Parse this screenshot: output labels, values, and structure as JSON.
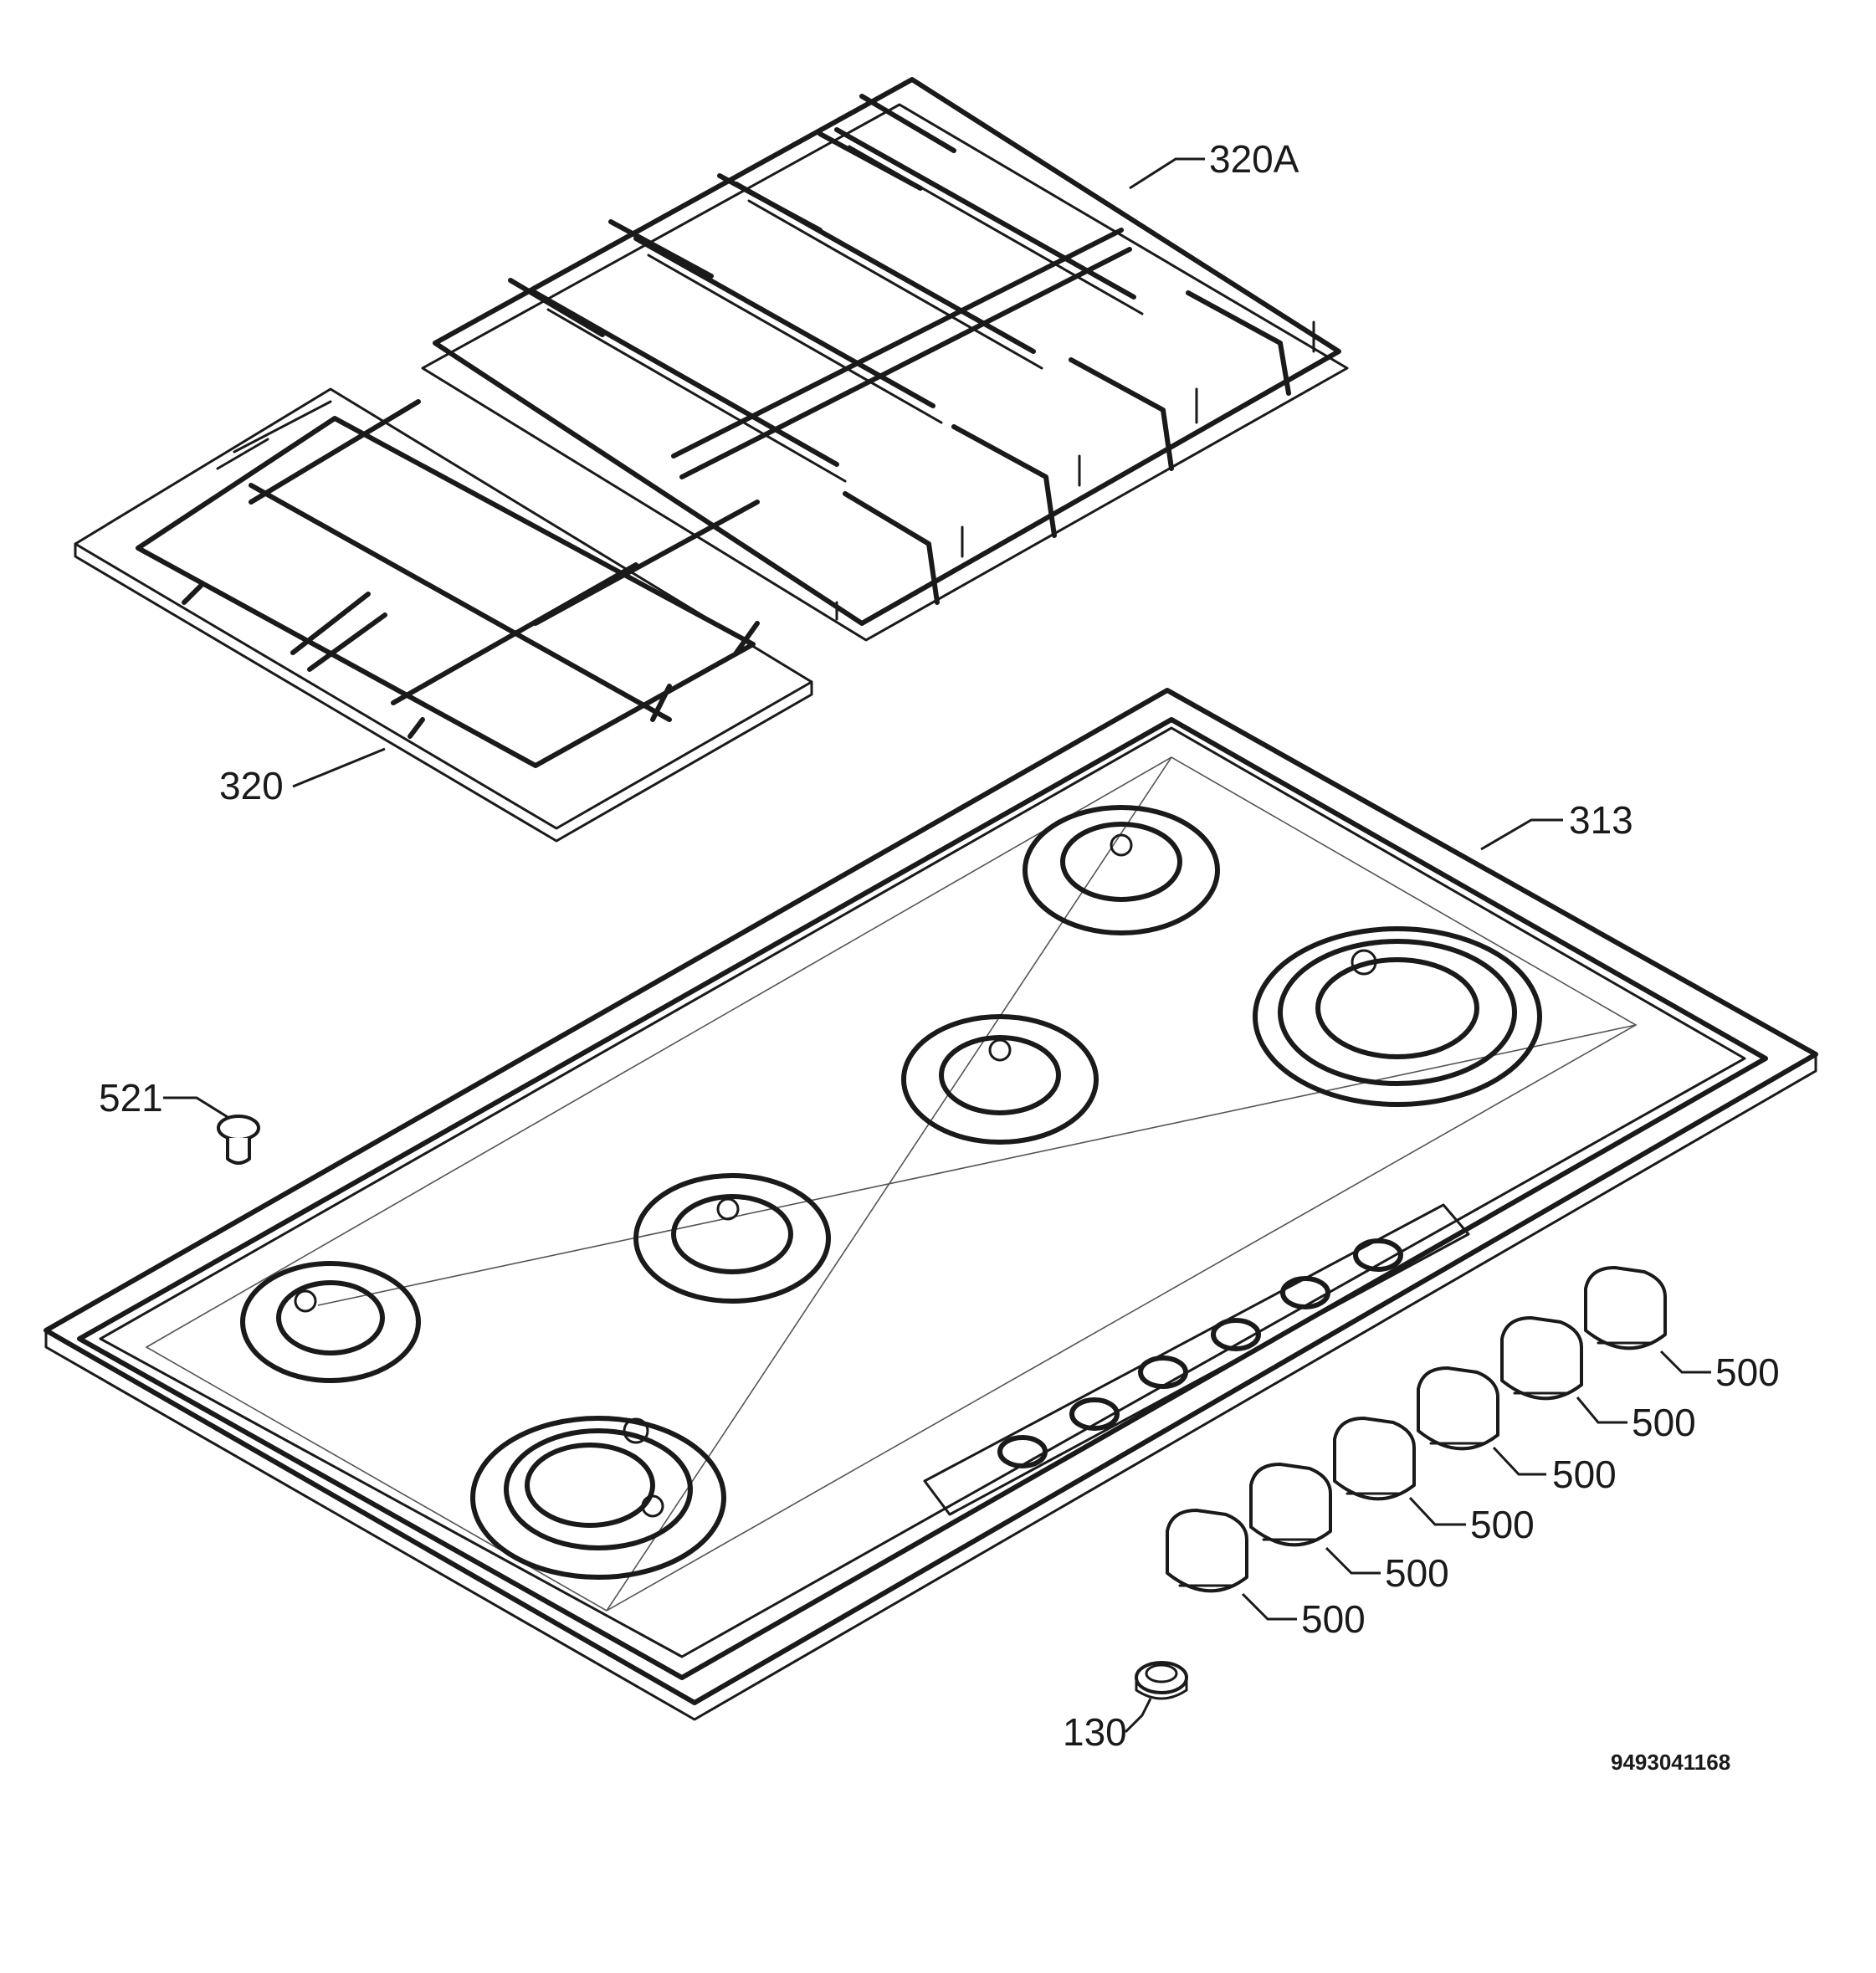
{
  "diagram": {
    "labels": {
      "grid_right": "320A",
      "grid_left": "320",
      "hob_top": "313",
      "screw": "521",
      "knob_1": "500",
      "knob_2": "500",
      "knob_3": "500",
      "knob_4": "500",
      "knob_5": "500",
      "knob_6": "500",
      "ring": "130"
    },
    "reference_number": "9493041168",
    "line_color": "#1a1a1a"
  }
}
